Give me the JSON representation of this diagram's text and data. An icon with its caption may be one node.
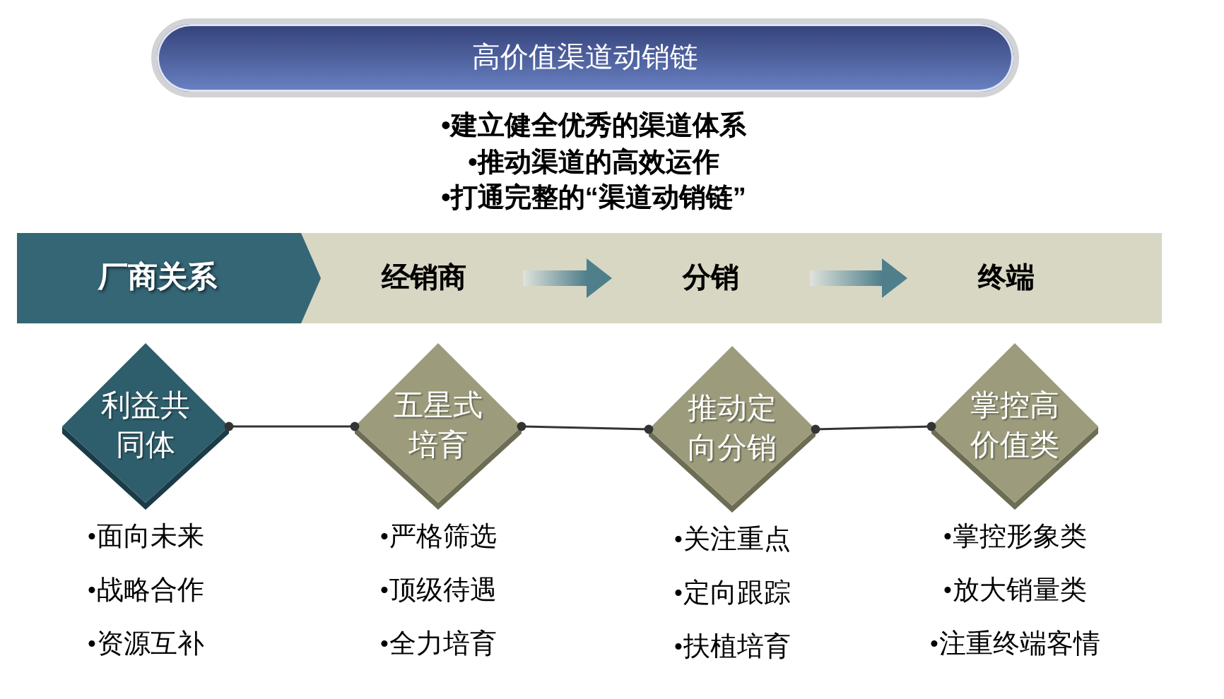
{
  "diagram": {
    "title": "高价值渠道动销链",
    "nodes": [
      {
        "text": [],
        "shape": "bar"
      },
      {
        "text": [
          "厂商关系"
        ],
        "in": 0
      },
      {
        "text": [
          "经销商"
        ],
        "in": 0
      },
      {
        "text": [
          "分销"
        ],
        "in": 0
      },
      {
        "text": [
          "终端"
        ],
        "in": 0
      },
      {
        "text": [
          "利益共同体"
        ],
        "beside": [
          "•面向未来",
          "•战略合作",
          "•资源互补"
        ]
      },
      {
        "text": [
          "五星式培育"
        ],
        "beside": [
          "•严格筛选",
          "•顶级待遇",
          "•全力培育"
        ]
      },
      {
        "text": [
          "推动定向分销"
        ],
        "beside": [
          "•关注重点",
          "•定向跟踪",
          "•扶植培育"
        ]
      },
      {
        "text": [
          "掌控高价值类"
        ],
        "beside": [
          "•掌控形象类",
          "•放大销量类",
          "•注重终端客情"
        ]
      }
    ],
    "edges": [
      {
        "from": 2,
        "to": 3,
        "arrow": "to",
        "style": "thick"
      },
      {
        "from": 3,
        "to": 4,
        "arrow": "to",
        "style": "thick"
      },
      {
        "from": 5,
        "to": 6,
        "arrow": "other"
      },
      {
        "from": 6,
        "to": 7,
        "arrow": "other"
      },
      {
        "from": 7,
        "to": 8,
        "arrow": "other"
      }
    ],
    "labels": [
      "•建立健全优秀的渠道体系",
      "•推动渠道的高效运作",
      "•打通完整的“渠道动销链”"
    ]
  }
}
